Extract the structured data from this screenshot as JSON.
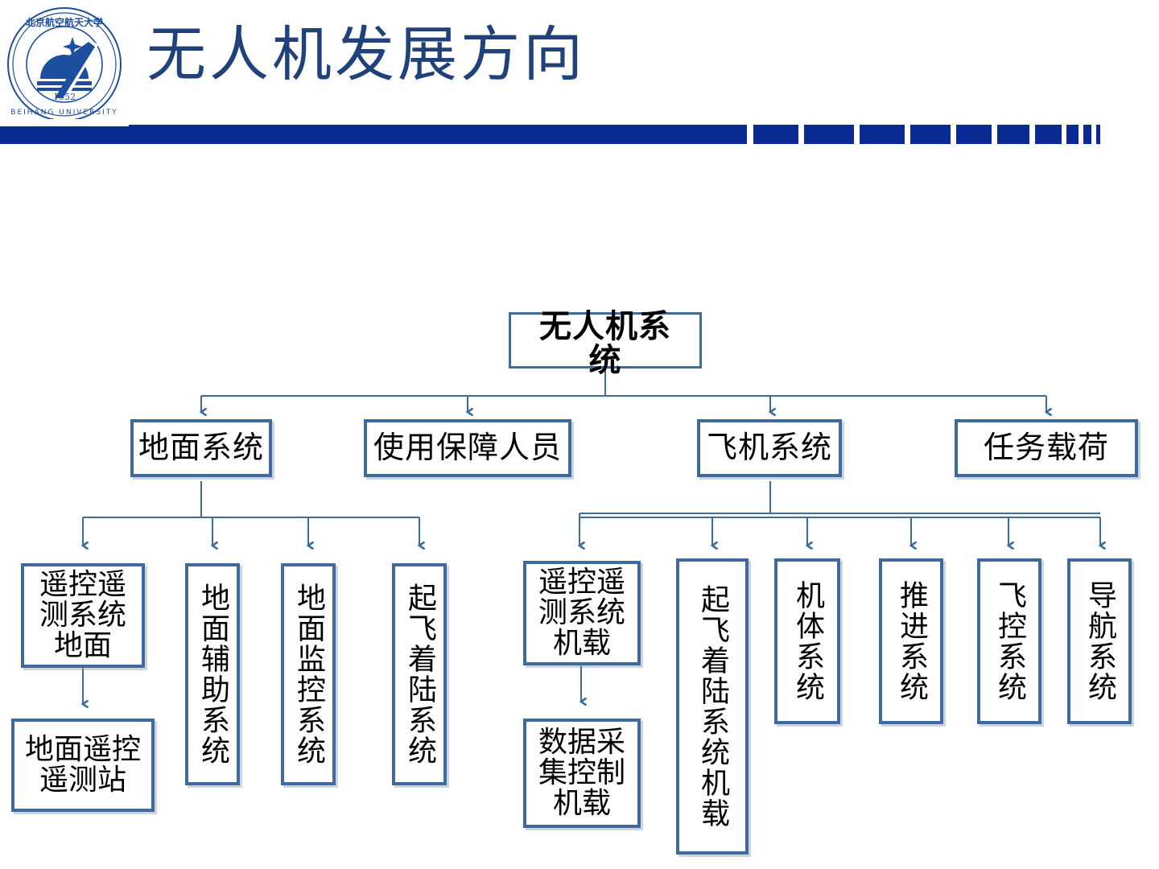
{
  "header": {
    "title": "无人机发展方向",
    "logo_name": "beihang-university-logo",
    "logo_text_top": "北京航空航天大学",
    "logo_year": "1952",
    "logo_text_bottom": "BEIHANG UNIVERSITY",
    "accent_color": "#0a2a94",
    "title_color": "#20417a"
  },
  "diagram": {
    "type": "tree",
    "node_border_color": "#3f6b9c",
    "connector_color": "#3f6b9c",
    "root": {
      "label": "无人机系统"
    },
    "level2": [
      {
        "label": "地面系统"
      },
      {
        "label": "使用保障人员"
      },
      {
        "label": "飞机系统"
      },
      {
        "label": "任务载荷"
      }
    ],
    "ground_children": [
      {
        "label": "遥控遥测系统地面"
      },
      {
        "label": "地面辅助系统"
      },
      {
        "label": "地面监控系统"
      },
      {
        "label": "起飞着陆系统"
      }
    ],
    "ground_grandchild": {
      "label": "地面遥控遥测站"
    },
    "aircraft_children": [
      {
        "label": "遥控遥测系统机载"
      },
      {
        "label": "起飞着陆系统机载"
      },
      {
        "label": "机体系统"
      },
      {
        "label": "推进系统"
      },
      {
        "label": "飞控系统"
      },
      {
        "label": "导航系统"
      }
    ],
    "aircraft_grandchild": {
      "label": "数据采集控制机载"
    }
  }
}
